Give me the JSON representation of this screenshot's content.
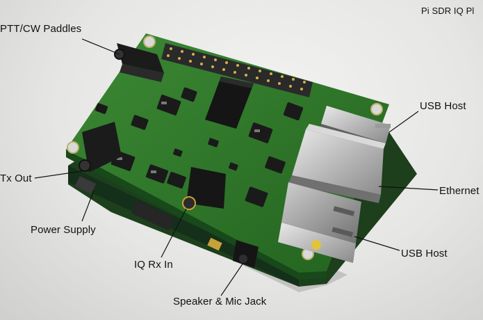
{
  "title": "Pi SDR IQ Pl",
  "labels": {
    "ptt_cw_paddles": "PTT/CW Paddles",
    "usb_host_top": "USB Host",
    "ethernet": "Ethernet",
    "usb_host_bottom": "USB Host",
    "tx_out": "Tx Out",
    "power_supply": "Power Supply",
    "iq_rx_in": "IQ Rx In",
    "speaker_mic_jack": "Speaker & Mic Jack"
  },
  "colors": {
    "pcb_green": "#2f7a2c",
    "pcb_dark_green": "#1f5a1e",
    "background": "#e8e8e6"
  }
}
